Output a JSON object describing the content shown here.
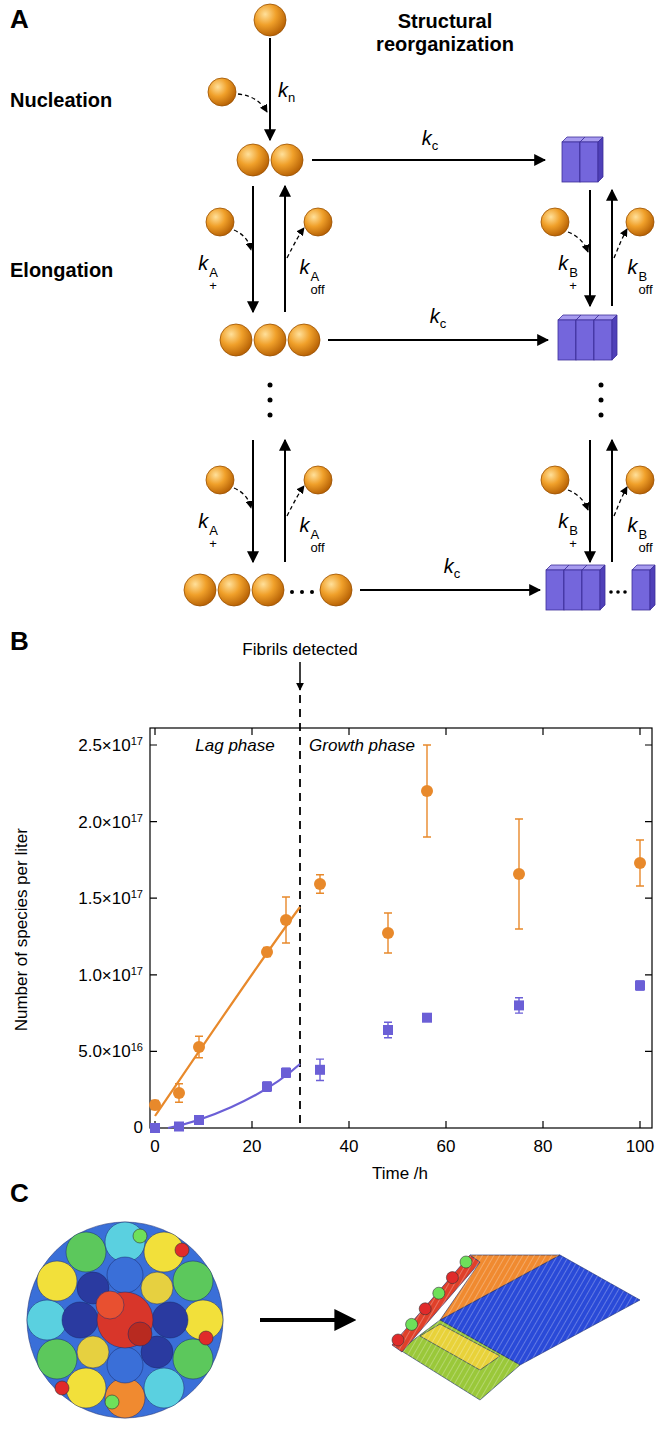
{
  "diagram": {
    "labels": [
      "A",
      "Structural reorganization",
      "Nucleation",
      "kn",
      "kc",
      "Elongation",
      "k+A",
      "koffA",
      "k+B",
      "koffB",
      "kc",
      "k+A",
      "koffA",
      "k+B",
      "koffB",
      "kc",
      "B",
      "Fibrils detected",
      "Lag phase",
      "Growth phase",
      "Number of species per liter",
      "Time /h",
      "0",
      "5.0×1016",
      "1.0×1017",
      "1.5×1017",
      "2.0×1017",
      "2.5×1017",
      "0",
      "20",
      "40",
      "60",
      "80",
      "100",
      "C"
    ]
  }
}
